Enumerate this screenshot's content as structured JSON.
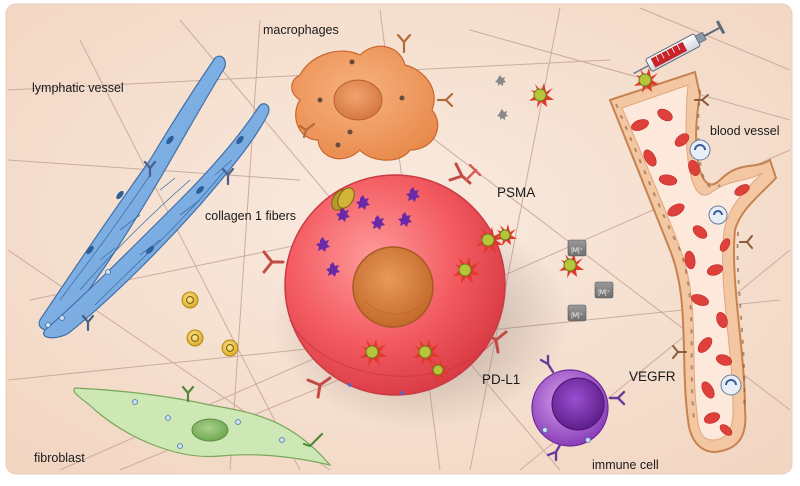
{
  "diagram": {
    "labels": {
      "macrophages": "macrophages",
      "lymphatic_vessel": "lymphatic vessel",
      "collagen": "collagen 1 fibers",
      "psma": "PSMA",
      "blood_vessel": "blood vessel",
      "pdl1": "PD-L1",
      "vegfr": "VEGFR",
      "fibroblast": "fibroblast",
      "immune_cell": "immune cell"
    },
    "isotope_label": "[M]⁺",
    "colors": {
      "background": "#f7e2d3",
      "tumor_cell": "#f0525a",
      "tumor_nucleus": "#cf7a3c",
      "macrophage": "#f0a066",
      "lymphatic": "#7fb3e6",
      "fibroblast": "#c6e3b0",
      "blood_vessel_wall": "#f3c6a0",
      "blood_vessel_lumen": "#fce8db",
      "erythrocyte": "#e0403c",
      "immune_cell": "#9b4fc6",
      "receptor": "#c65a4a",
      "fiber": "#c9a89a"
    }
  }
}
